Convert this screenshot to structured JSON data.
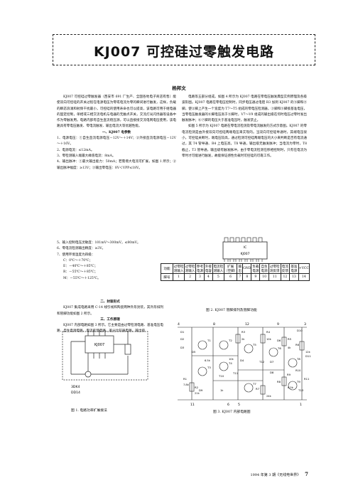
{
  "title": "KJ007 可控硅过零触发电路",
  "author": "杨邦文",
  "intro": [
    "KJ007 可控硅过零触发器（西安市 691 厂生产、全国各地电子商店有售）能使双向可控硅的开关过程在电源电压为零或电流为零的瞬间进行触发，这样，负载的瞬态浪涌和射频干扰最小，可控硅的使用寿命也可以提高，该电路可用于继电器的固定控制，单相或三相交流电机与电器的无触点开关，交流灯光闪烁器等设备中作为零触发用。电路内部有自生直流稳压源，可以直接接交流电网电压使用，该电路具有零电压触发、零电流触发、输出电流大等优越性能。"
  ],
  "section1": "一、KJ007 电参数",
  "params": [
    "1、电源电压：①自生直流电源电压－12V～＋14V；②外接直流电源电压－12V～＋16V。",
    "2、电源电流：≤12mA。",
    "3、零检测输入端最大峰值电流：8mA。",
    "4、输出脉冲：①最大输出能力：50mA；若需增大电流可扩展，如图 1 所示；②输出脉冲幅度：≥13V；③输出零电压：8V＜VPP≤18V。",
    "5、输入控制电压灵敏度：101mV～300mV，≤80mV。",
    "6、零电流检测输出精度：≥3V。",
    "7、使用环境温度为四级：",
    "C：0℃～＋70℃；",
    "E：－40℃～＋85℃；",
    "R：－55℃～＋85℃；",
    "M：－55℃～＋125℃。"
  ],
  "section2": "二、封装形式",
  "package_text": "KJ007 集成电路采用 C-14 线引线和陶瓷两种外形封装，其外形排列和管脚功能如图 2 所示。",
  "section3": "三、工作原理",
  "principle_left": "KJ007 内部电路如图 3 所示。它主要是由过零检测电路、基准电压电路、自生电源电路、电流反馈电路、差分比较器电路、输出级",
  "principle_right": [
    "电路等五部分组成。如图 4 所示为 KJ007 电路在零电压触发典型实例原理及各级波形图。KJ007 电路在零电压控制时，同步电压通过电阻 R3 加到 KJ007 的⑤脚和④脚，使②脚上产生一个宽度为 T7～T5 组成的零电压检测器，③脚和⑤脚接基准电压，当零电压触发器的⑧脚电压高于⑨脚时，V7～V9 组成的输出级在何时电压过零时发出触发脉冲；⑥⑦脚的电压大于基准电压时，触发禁止。",
    "如图 5 所示为 KJ007 电路在零电流检测及零电流触发的方式示意图。KJ007 的零电流检测是由外接双向可控硅两端电压来实现的。当双向可控硅导通时，其端电压很小，可控硅关断时，端电压较高，通过检测可控硅两端电压的大小来判断是否有电流通过，其 T4 管导通、R4 上电压高，T8 导通，输出级无触发脉冲；当电流为零时，T8 截止，T3 管导通，输出级有触发脉冲，由于零电流检测在移相控制时，只有在电流为零时才可能进行触发，故能保证感性负载时可控硅的可靠工作。"
  ],
  "fig1": {
    "caption": "图 1. 电路功率扩展接法",
    "chip": "KJ007",
    "trans1": "3DK4",
    "trans2": "DD14"
  },
  "fig2": {
    "caption": "图 2. KJ007 管脚排列及管脚功能",
    "chip": "KJ007",
    "ic": "IC",
    "row_label": "功能",
    "pin_row_label": "脚号",
    "functions": [
      "过零检测输入",
      "过零检测输入",
      "参考电源",
      "外接电容",
      "电流检测输入",
      "扩展（空脚）",
      "输出",
      "GND",
      "负载电源",
      "自生电源",
      "过零检测反馈",
      "电流反馈",
      "基准电源",
      "+VCC"
    ],
    "pins": [
      "1",
      "2",
      "3",
      "4",
      "5",
      "6",
      "7",
      "8",
      "9",
      "10",
      "11",
      "12",
      "13",
      "14"
    ]
  },
  "fig3": {
    "caption": "图 3. KJ007 内部电路图",
    "labels": [
      "D1",
      "D2",
      "D3",
      "D4",
      "D5",
      "D6",
      "D7",
      "D8",
      "D9",
      "D10",
      "D11",
      "R1",
      "R2",
      "R3",
      "R4",
      "R5",
      "R6",
      "R7",
      "R8",
      "R9",
      "R10",
      "R11",
      "T1",
      "T2",
      "T3",
      "T4",
      "T5",
      "T6",
      "T7",
      "T8",
      "T9",
      "T10",
      "T11",
      "T12",
      "T13"
    ],
    "pins_top": [
      "4",
      "8",
      "12",
      "9",
      "3"
    ],
    "pins_bottom": [
      "11",
      "6",
      "5",
      "1"
    ],
    "values": [
      "7.8k",
      "21k",
      "1k",
      "2k",
      "10k",
      "4k",
      "12k",
      "24k",
      "6.5k",
      "6.5k",
      "10k"
    ]
  },
  "footer": {
    "issue": "1994 年第 3 期《无线电世界》",
    "page": "7"
  }
}
